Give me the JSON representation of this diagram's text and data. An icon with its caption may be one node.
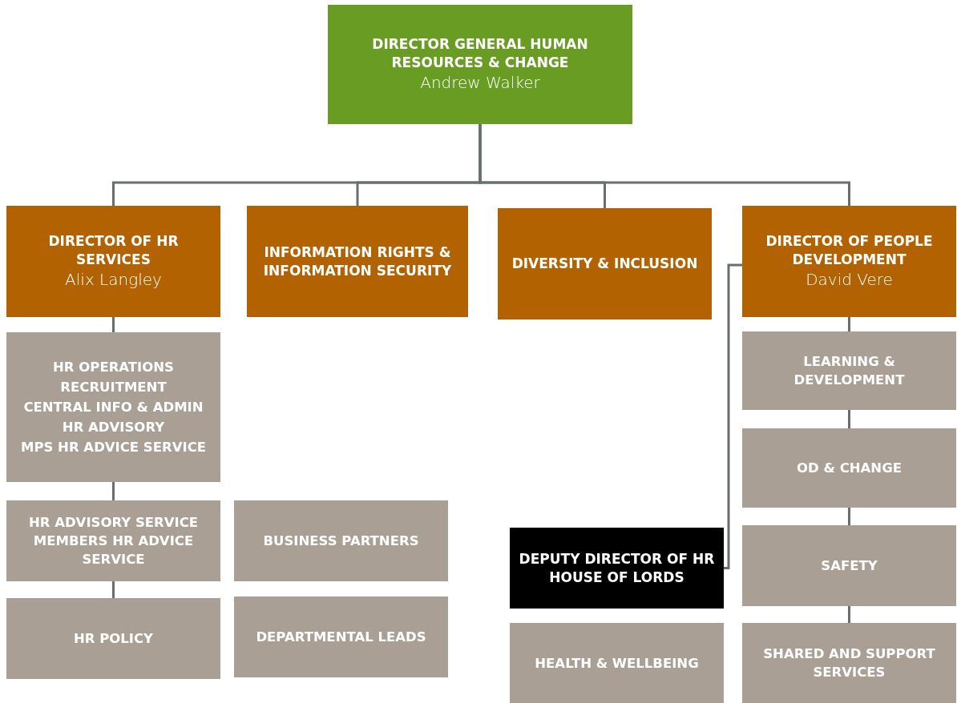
{
  "diagram": {
    "nodes": [
      {
        "text": [
          "DIRECTOR GENERAL HUMAN RESOURCES & CHANGE",
          "Andrew Walker"
        ]
      },
      {
        "text": [
          "DIRECTOR OF HR SERVICES",
          "Alix Langley"
        ]
      },
      {
        "text": [
          "INFORMATION RIGHTS & INFORMATION SECURITY"
        ]
      },
      {
        "text": [
          "DIVERSITY & INCLUSION"
        ]
      },
      {
        "text": [
          "DIRECTOR OF PEOPLE DEVELOPMENT",
          "David Vere"
        ]
      },
      {
        "text": [
          "HR OPERATIONS",
          "RECRUITMENT",
          "CENTRAL INFO & ADMIN",
          "HR ADVISORY",
          "MPS HR ADVICE SERVICE"
        ]
      },
      {
        "text": [
          "HR ADVISORY SERVICE",
          "MEMBERS  HR ADVICE SERVICE"
        ]
      },
      {
        "text": [
          "BUSINESS PARTNERS"
        ]
      },
      {
        "text": [
          "HR POLICY"
        ]
      },
      {
        "text": [
          "DEPARTMENTAL LEADS"
        ]
      },
      {
        "text": [
          "DEPUTY DIRECTOR OF HR",
          "HOUSE OF LORDS"
        ]
      },
      {
        "text": [
          "LEARNING & DEVELOPMENT"
        ]
      },
      {
        "text": [
          "OD & CHANGE"
        ]
      },
      {
        "text": [
          "SAFETY"
        ]
      },
      {
        "text": [
          "HEALTH & WELLBEING"
        ]
      },
      {
        "text": [
          "SHARED AND SUPPORT SERVICES"
        ]
      }
    ],
    "edges": [
      {
        "from": 0,
        "to": 1,
        "arrow": "none"
      },
      {
        "from": 0,
        "to": 2,
        "arrow": "none"
      },
      {
        "from": 0,
        "to": 3,
        "arrow": "none"
      },
      {
        "from": 0,
        "to": 4,
        "arrow": "none"
      },
      {
        "from": 1,
        "to": 5,
        "arrow": "none"
      },
      {
        "from": 5,
        "to": 6,
        "arrow": "none"
      },
      {
        "from": 6,
        "to": 8,
        "arrow": "none"
      },
      {
        "from": 4,
        "to": 10,
        "arrow": "none"
      },
      {
        "from": 4,
        "to": 11,
        "arrow": "none"
      },
      {
        "from": 11,
        "to": 12,
        "arrow": "none"
      },
      {
        "from": 12,
        "to": 13,
        "arrow": "none"
      },
      {
        "from": 13,
        "to": 15,
        "arrow": "none"
      }
    ]
  }
}
